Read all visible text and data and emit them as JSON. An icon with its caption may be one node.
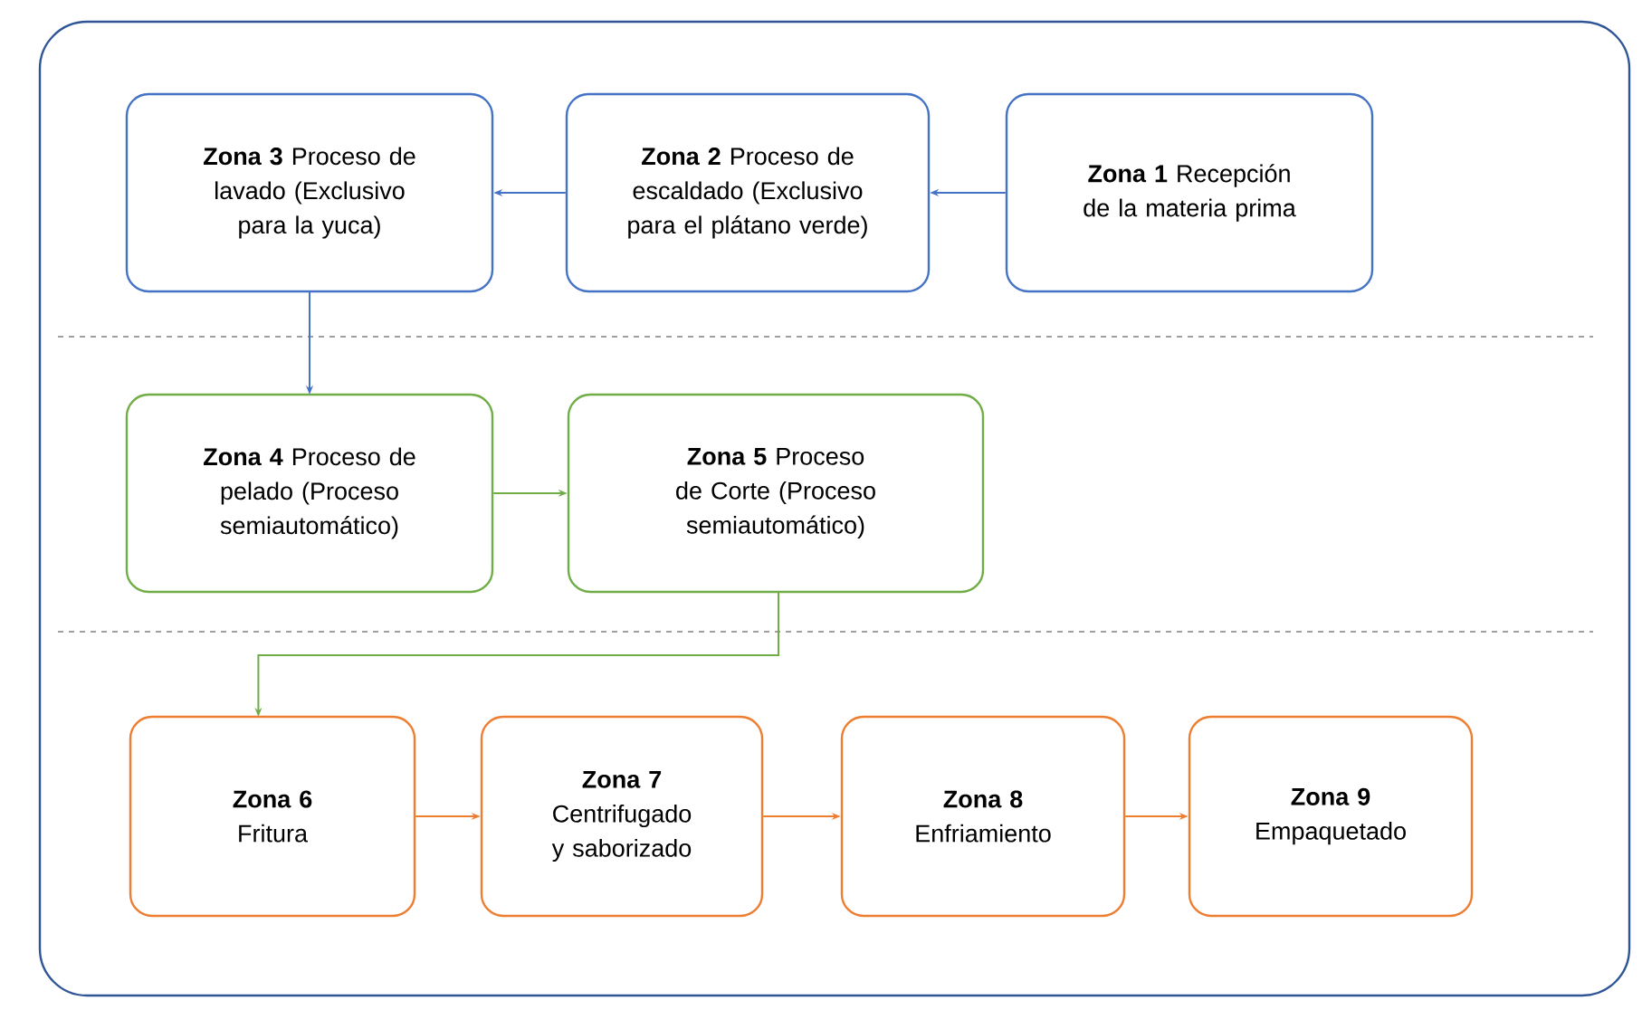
{
  "diagram": {
    "nodes": [
      {
        "text": [],
        "shape": "box"
      },
      {
        "text": [
          "**Zona 3** Proceso de lavado (Exclusivo para la yuca)"
        ],
        "in": 0
      },
      {
        "text": [
          "**Zona 2** Proceso de escaldado (Exclusivo para el plátano verde)"
        ],
        "in": 0
      },
      {
        "text": [
          "**Zona 1** Recepción de la materia prima"
        ],
        "in": 0
      },
      {
        "text": [
          "**Zona 4** Proceso de pelado (Proceso semiautomático)"
        ],
        "in": 0
      },
      {
        "text": [
          "**Zona 5** Proceso de Corte (Proceso semiautomático)"
        ],
        "in": 0
      },
      {
        "text": [
          "Zona 6",
          "Fritura"
        ],
        "in": 0
      },
      {
        "text": [
          "Zona 7",
          "Centrifugado y saborizado"
        ],
        "in": 0
      },
      {
        "text": [
          "Zona 8",
          "Enfriamiento"
        ],
        "in": 0
      },
      {
        "text": [
          "Zona 9",
          "Empaquetado"
        ],
        "in": 0
      }
    ],
    "edges": [
      {
        "from": 3,
        "to": 2,
        "arrow": "to",
        "color": "#4472c4"
      },
      {
        "from": 2,
        "to": 1,
        "arrow": "to",
        "color": "#4472c4"
      },
      {
        "from": 1,
        "to": 4,
        "arrow": "to",
        "color": "#4472c4"
      },
      {
        "from": 4,
        "to": 5,
        "arrow": "to",
        "color": "#70ad47"
      },
      {
        "from": 5,
        "to": 6,
        "arrow": "to",
        "color": "#70ad47"
      },
      {
        "from": 6,
        "to": 7,
        "arrow": "to",
        "color": "#ed7d31"
      },
      {
        "from": 7,
        "to": 8,
        "arrow": "to",
        "color": "#ed7d31"
      },
      {
        "from": 8,
        "to": 9,
        "arrow": "to",
        "color": "#ed7d31"
      }
    ]
  }
}
